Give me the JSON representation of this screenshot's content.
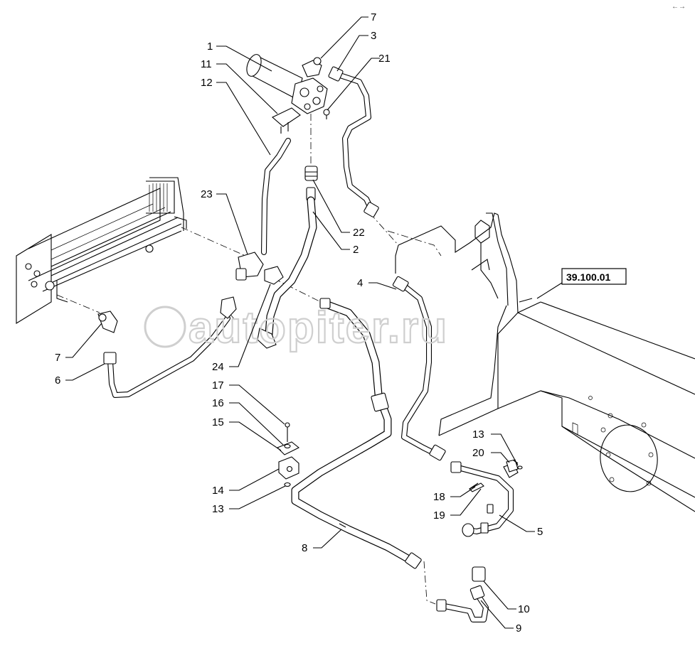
{
  "diagram": {
    "reference_box": "39.100.01",
    "watermark": "autopiter.ru",
    "corner_mark": "←→",
    "callouts": [
      {
        "id": "c1",
        "label": "1"
      },
      {
        "id": "c7a",
        "label": "7"
      },
      {
        "id": "c3",
        "label": "3"
      },
      {
        "id": "c21",
        "label": "21"
      },
      {
        "id": "c11",
        "label": "11"
      },
      {
        "id": "c12",
        "label": "12"
      },
      {
        "id": "c23",
        "label": "23"
      },
      {
        "id": "c22",
        "label": "22"
      },
      {
        "id": "c2",
        "label": "2"
      },
      {
        "id": "c4",
        "label": "4"
      },
      {
        "id": "c7b",
        "label": "7"
      },
      {
        "id": "c6",
        "label": "6"
      },
      {
        "id": "c24",
        "label": "24"
      },
      {
        "id": "c17",
        "label": "17"
      },
      {
        "id": "c16",
        "label": "16"
      },
      {
        "id": "c15",
        "label": "15"
      },
      {
        "id": "c14",
        "label": "14"
      },
      {
        "id": "c13a",
        "label": "13"
      },
      {
        "id": "c13b",
        "label": "13"
      },
      {
        "id": "c20",
        "label": "20"
      },
      {
        "id": "c18",
        "label": "18"
      },
      {
        "id": "c19",
        "label": "19"
      },
      {
        "id": "c5",
        "label": "5"
      },
      {
        "id": "c8",
        "label": "8"
      },
      {
        "id": "c10",
        "label": "10"
      },
      {
        "id": "c9",
        "label": "9"
      }
    ]
  }
}
